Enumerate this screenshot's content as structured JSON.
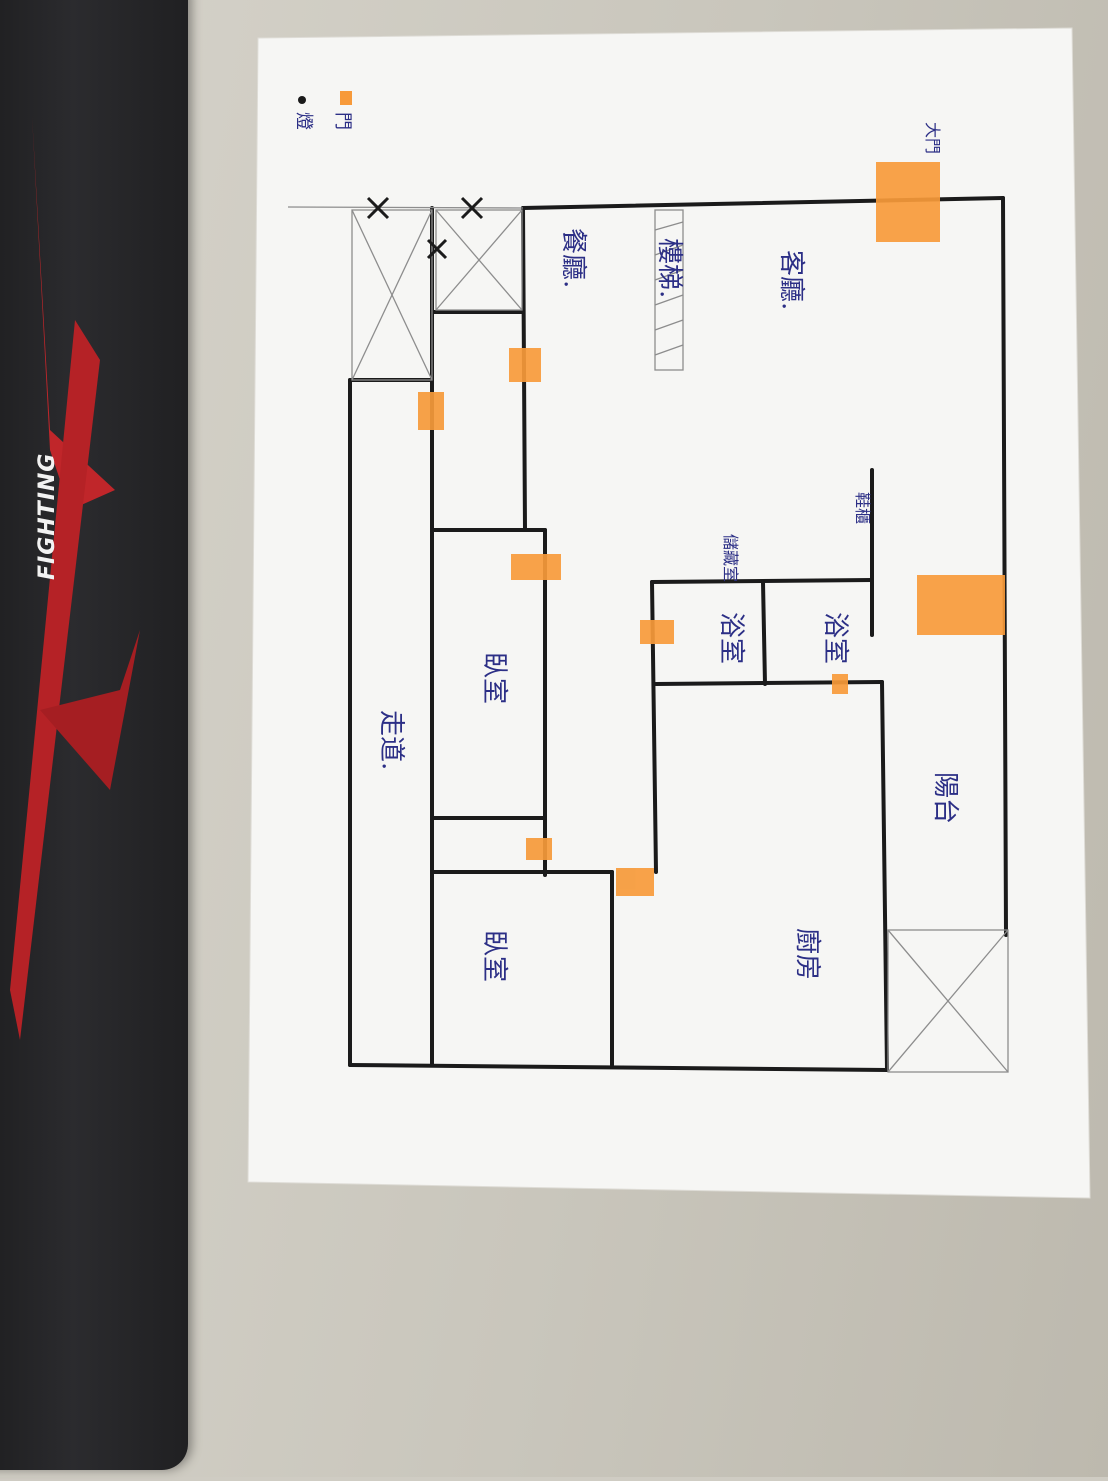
{
  "mousepad": {
    "brand_text": "FIGHTING"
  },
  "legend": {
    "item1_label": "燈",
    "item2_label": "門",
    "item1_color": "#1a1a1a",
    "item2_color": "#f79a3a"
  },
  "rooms": {
    "dining": "餐廳.",
    "stairs": "樓梯.",
    "living": "客廳.",
    "corridor": "走道.",
    "bedroom1": "臥室",
    "bedroom2": "臥室",
    "bath1": "浴室",
    "bath2": "浴室",
    "kitchen": "廚房",
    "balcony": "陽台",
    "storage": "儲藏室",
    "cabinet": "鞋櫃",
    "main_door": "大門",
    "door_label": "門"
  },
  "colors": {
    "ink": "#2c2f86",
    "door": "#f79a3a",
    "wall": "#1b1b1b"
  }
}
